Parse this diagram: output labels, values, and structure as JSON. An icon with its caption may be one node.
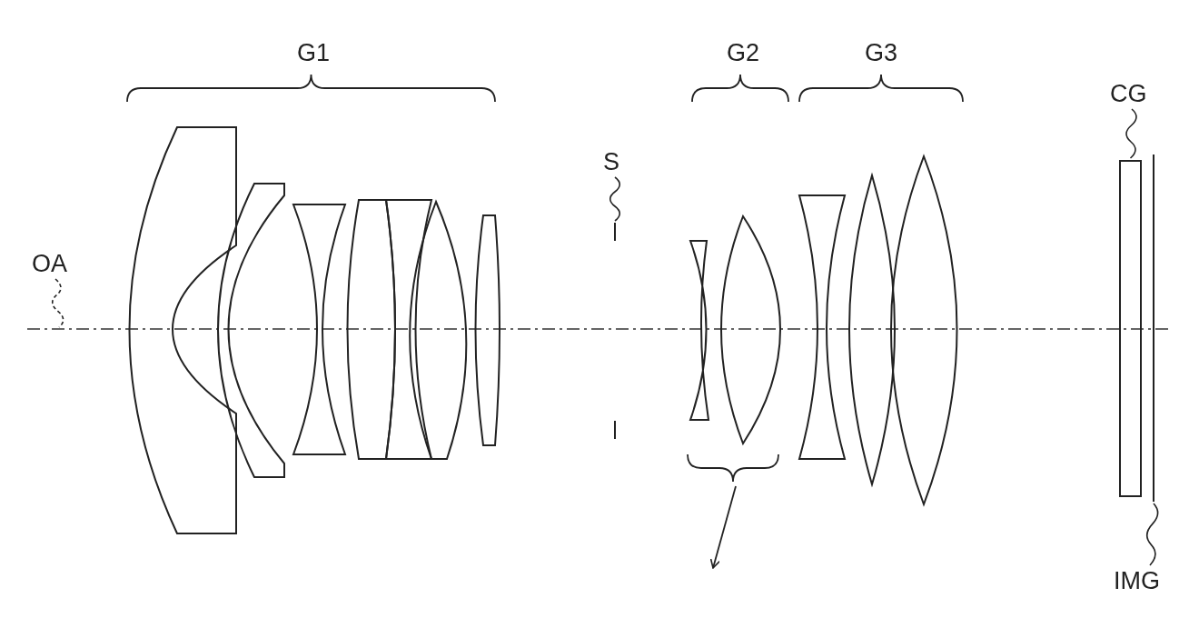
{
  "diagram": {
    "nodes": [
      {
        "text": [
          "OA"
        ]
      },
      {
        "text": [
          "S"
        ]
      },
      {
        "text": [],
        "shape": "bar"
      },
      {
        "text": [
          "CG"
        ]
      },
      {
        "text": [],
        "shape": "box"
      },
      {
        "text": [],
        "shape": "bar"
      },
      {
        "text": [
          "IMG"
        ]
      }
    ],
    "edges": [
      {
        "from": 0,
        "to": null,
        "arrow": "none",
        "style": "dashed"
      },
      {
        "from": 1,
        "to": 2,
        "arrow": "none"
      },
      {
        "from": 3,
        "to": 4,
        "arrow": "none"
      },
      {
        "from": 6,
        "to": 5,
        "arrow": "none"
      }
    ],
    "labels": [
      "G1",
      "G2",
      "G3"
    ]
  }
}
